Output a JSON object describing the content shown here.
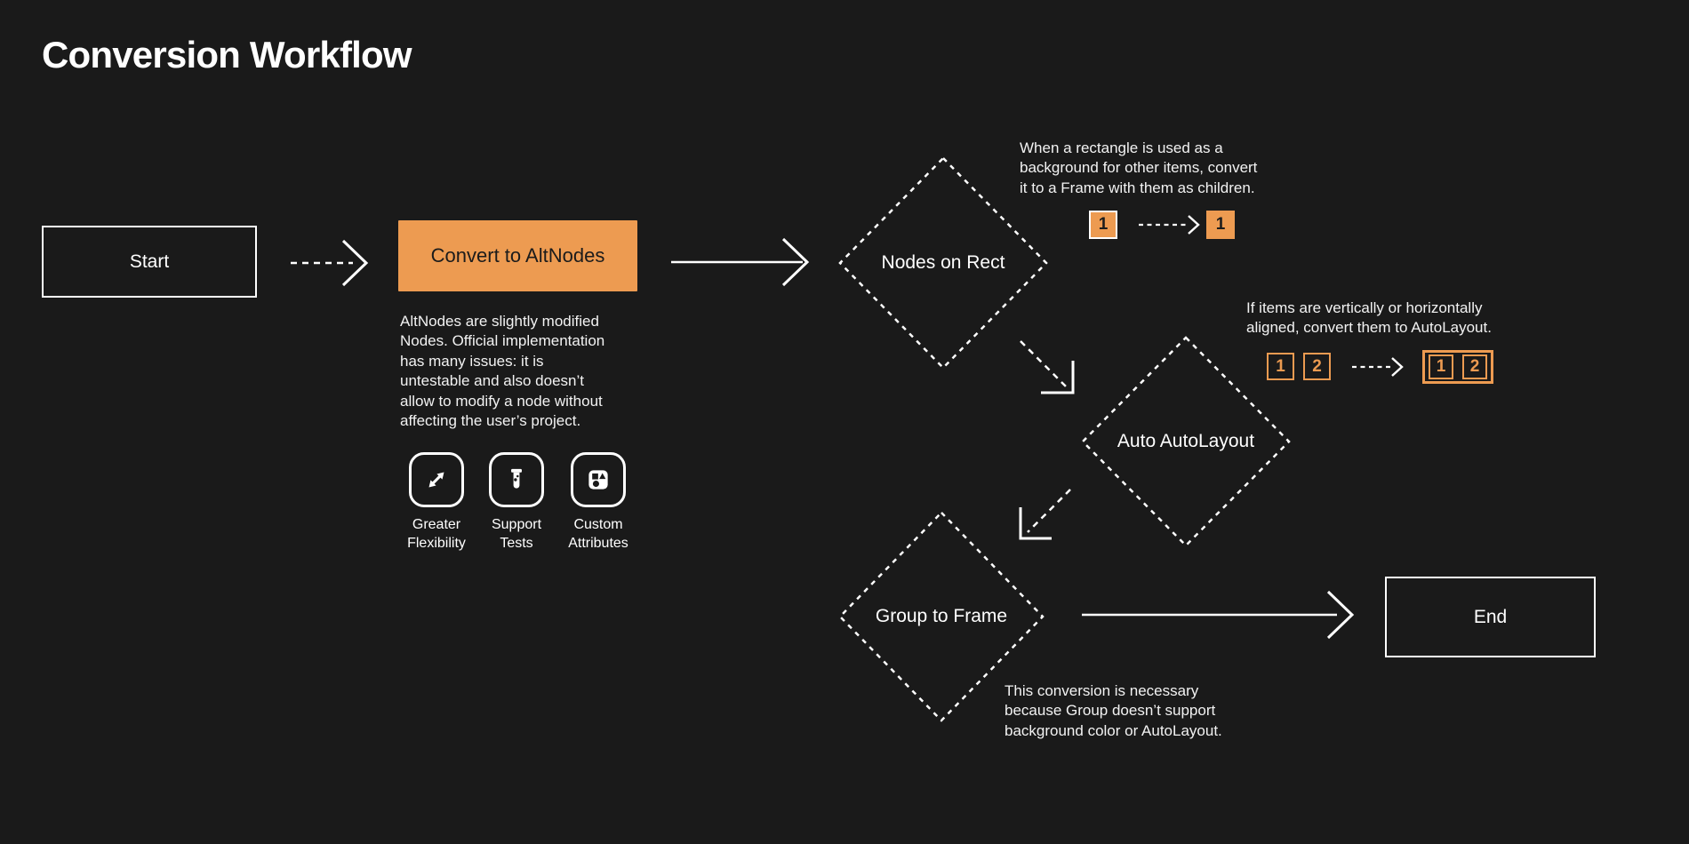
{
  "title": "Conversion Workflow",
  "colors": {
    "background": "#1a1a1a",
    "accent_orange": "#ED9B51",
    "text_light": "#ffffff",
    "text_dark": "#1b1b1b"
  },
  "flow": {
    "start": {
      "label": "Start"
    },
    "convert": {
      "label": "Convert to AltNodes",
      "description": "AltNodes are slightly modified\nNodes. Official implementation\nhas many issues: it is\nuntestable and also doesn’t\nallow to modify a node without\naffecting the user’s project.",
      "features": [
        {
          "icon": "expand-arrows-icon",
          "label": "Greater\nFlexibility"
        },
        {
          "icon": "test-tube-icon",
          "label": "Support\nTests"
        },
        {
          "icon": "shapes-icon",
          "label": "Custom\nAttributes"
        }
      ]
    },
    "nodes_on_rect": {
      "label": "Nodes on Rect",
      "note": "When a rectangle is used as a\nbackground for other items, convert\nit to a Frame with them as children.",
      "example": {
        "before": "1",
        "after": "1"
      }
    },
    "auto_autolayout": {
      "label": "Auto AutoLayout",
      "note": "If items are vertically or horizontally\naligned, convert them to AutoLayout.",
      "example": {
        "before": [
          "1",
          "2"
        ],
        "after": [
          "1",
          "2"
        ]
      }
    },
    "group_to_frame": {
      "label": "Group to Frame",
      "note": "This conversion is necessary\nbecause Group doesn’t support\nbackground color or AutoLayout."
    },
    "end": {
      "label": "End"
    }
  }
}
